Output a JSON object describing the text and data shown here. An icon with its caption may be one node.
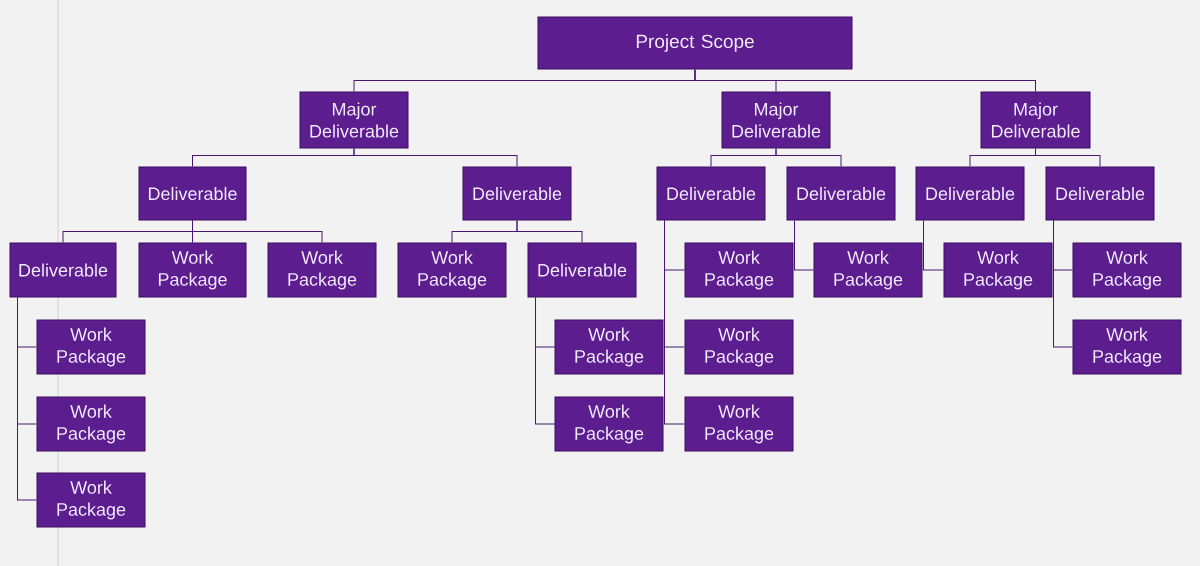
{
  "diagram": {
    "nodes": [
      {
        "text": [
          "Project Scope"
        ]
      },
      {
        "text": [
          "Major Deliverable"
        ]
      },
      {
        "text": [
          "Major Deliverable"
        ]
      },
      {
        "text": [
          "Major Deliverable"
        ]
      },
      {
        "text": [
          "Deliverable"
        ]
      },
      {
        "text": [
          "Deliverable"
        ]
      },
      {
        "text": [
          "Deliverable"
        ]
      },
      {
        "text": [
          "Deliverable"
        ]
      },
      {
        "text": [
          "Deliverable"
        ]
      },
      {
        "text": [
          "Deliverable"
        ]
      },
      {
        "text": [
          "Deliverable"
        ]
      },
      {
        "text": [
          "Work Package"
        ]
      },
      {
        "text": [
          "Work Package"
        ]
      },
      {
        "text": [
          "Work Package"
        ]
      },
      {
        "text": [
          "Deliverable"
        ]
      },
      {
        "text": [
          "Work Package"
        ]
      },
      {
        "text": [
          "Work Package"
        ]
      },
      {
        "text": [
          "Work Package"
        ]
      },
      {
        "text": [
          "Work Package"
        ]
      },
      {
        "text": [
          "Work Package"
        ]
      },
      {
        "text": [
          "Work Package"
        ]
      },
      {
        "text": [
          "Work Package"
        ]
      },
      {
        "text": [
          "Work Package"
        ]
      },
      {
        "text": [
          "Work Package"
        ]
      },
      {
        "text": [
          "Work Package"
        ]
      },
      {
        "text": [
          "Work Package"
        ]
      },
      {
        "text": [
          "Work Package"
        ]
      }
    ],
    "edges": [
      {
        "from": 0,
        "to": 1,
        "arrow": "none"
      },
      {
        "from": 0,
        "to": 2,
        "arrow": "none"
      },
      {
        "from": 0,
        "to": 3,
        "arrow": "none"
      },
      {
        "from": 1,
        "to": 4,
        "arrow": "none"
      },
      {
        "from": 1,
        "to": 5,
        "arrow": "none"
      },
      {
        "from": 2,
        "to": 6,
        "arrow": "none"
      },
      {
        "from": 2,
        "to": 7,
        "arrow": "none"
      },
      {
        "from": 3,
        "to": 8,
        "arrow": "none"
      },
      {
        "from": 3,
        "to": 9,
        "arrow": "none"
      },
      {
        "from": 4,
        "to": 10,
        "arrow": "none"
      },
      {
        "from": 4,
        "to": 11,
        "arrow": "none"
      },
      {
        "from": 4,
        "to": 12,
        "arrow": "none"
      },
      {
        "from": 5,
        "to": 13,
        "arrow": "none"
      },
      {
        "from": 5,
        "to": 14,
        "arrow": "none"
      },
      {
        "from": 6,
        "to": 15,
        "arrow": "none"
      },
      {
        "from": 6,
        "to": 21,
        "arrow": "none"
      },
      {
        "from": 6,
        "to": 25,
        "arrow": "none"
      },
      {
        "from": 7,
        "to": 16,
        "arrow": "none"
      },
      {
        "from": 8,
        "to": 17,
        "arrow": "none"
      },
      {
        "from": 9,
        "to": 18,
        "arrow": "none"
      },
      {
        "from": 9,
        "to": 22,
        "arrow": "none"
      },
      {
        "from": 10,
        "to": 19,
        "arrow": "none"
      },
      {
        "from": 10,
        "to": 23,
        "arrow": "none"
      },
      {
        "from": 10,
        "to": 26,
        "arrow": "none"
      },
      {
        "from": 14,
        "to": 20,
        "arrow": "none"
      },
      {
        "from": 14,
        "to": 24,
        "arrow": "none"
      }
    ]
  }
}
